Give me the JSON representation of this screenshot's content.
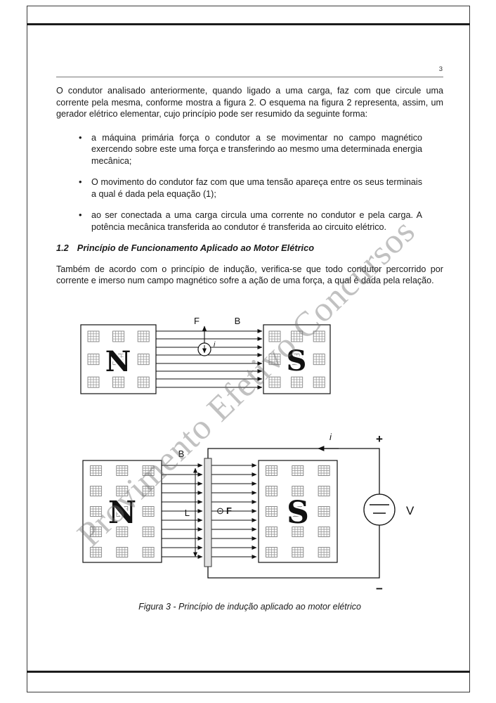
{
  "page_number": "3",
  "intro_paragraph": "O condutor analisado anteriormente, quando ligado a uma carga, faz com que circule uma corrente pela mesma, conforme mostra a figura 2. O esquema na figura 2 representa, assim, um gerador elétrico elementar, cujo princípio pode ser resumido da seguinte forma:",
  "bullets": [
    "a máquina primária força o condutor a se movimentar no campo magnético exercendo sobre este uma força e transferindo ao mesmo uma determinada energia mecânica;",
    "O movimento do condutor faz com que uma tensão apareça entre os seus terminais a qual é dada pela equação (1);",
    "ao ser conectada a uma carga circula uma corrente no condutor e pela carga. A potência mecânica transferida ao condutor é transferida ao circuito elétrico."
  ],
  "section_heading": {
    "number": "1.2",
    "title": "Princípio de Funcionamento Aplicado ao Motor Elétrico"
  },
  "body_paragraph": "Também de acordo com o princípio de indução, verifica-se que todo condutor percorrido por corrente e imerso num campo magnético sofre a ação de uma força, a qual é dada pela relação.",
  "figure": {
    "caption": "Figura 3 - Princípio de indução aplicado ao motor elétrico",
    "generator_diagram": {
      "north_label": "N",
      "south_label": "S",
      "force_label": "F",
      "field_label": "B",
      "current_label": "i"
    },
    "motor_diagram": {
      "north_label": "N",
      "south_label": "S",
      "field_label": "B",
      "length_label": "L",
      "force_symbol": "⊙",
      "force_label": "F",
      "current_label": "i",
      "plus_label": "+",
      "minus_label": "−",
      "source_label": "V"
    }
  },
  "watermark": "Provimento Efetivo Concursos"
}
